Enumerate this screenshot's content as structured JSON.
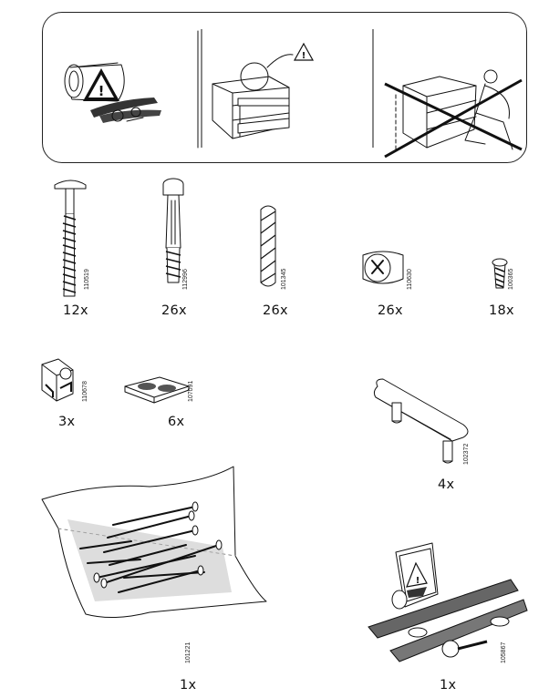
{
  "panel": {
    "warning_symbol": "!",
    "icons": [
      "warning-leaflet-icon",
      "dresser-warning-icon",
      "tipping-dresser-prohibited-icon"
    ]
  },
  "parts": [
    {
      "code": "110519",
      "qty": "12x",
      "icon": "bolt-icon"
    },
    {
      "code": "112996",
      "qty": "26x",
      "icon": "cam-dowel-icon"
    },
    {
      "code": "101345",
      "qty": "26x",
      "icon": "wood-dowel-icon"
    },
    {
      "code": "110630",
      "qty": "26x",
      "icon": "cam-lock-icon"
    },
    {
      "code": "100365",
      "qty": "18x",
      "icon": "screw-icon"
    },
    {
      "code": "110678",
      "qty": "3x",
      "icon": "corner-bracket-icon"
    },
    {
      "code": "107091",
      "qty": "6x",
      "icon": "felt-pad-icon"
    },
    {
      "code": "102372",
      "qty": "4x",
      "icon": "handle-icon"
    },
    {
      "code": "101221",
      "qty": "1x",
      "icon": "nail-bag-icon"
    },
    {
      "code": "105867",
      "qty": "1x",
      "icon": "anti-tip-kit-icon"
    }
  ]
}
